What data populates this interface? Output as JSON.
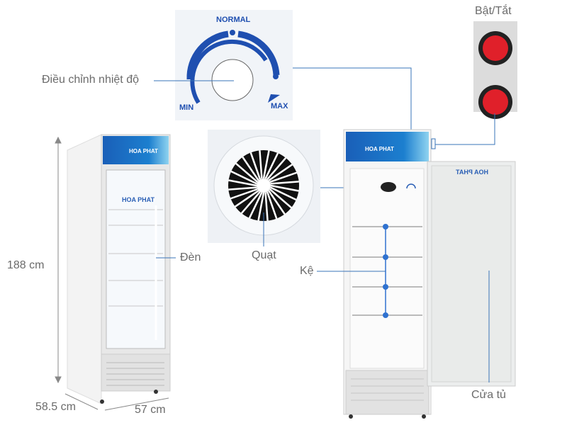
{
  "labels": {
    "thermostat": "Điều chỉnh nhiệt độ",
    "power_switch": "Bật/Tắt",
    "fan": "Quạt",
    "light": "Đèn",
    "shelves": "Kệ",
    "door": "Cửa tủ",
    "height": "188 cm",
    "depth": "58.5 cm",
    "width": "57 cm"
  },
  "dial": {
    "normal": "NORMAL",
    "min": "MIN",
    "max": "MAX"
  },
  "brand": {
    "logo_text": "HOA PHAT",
    "door_logo_mirrored": "HOA PHAT"
  },
  "colors": {
    "callout_line": "#3a74b8",
    "dial_blue": "#1f4fb0",
    "switch_red": "#e0202a",
    "shelf_dot": "#2f72d0"
  }
}
